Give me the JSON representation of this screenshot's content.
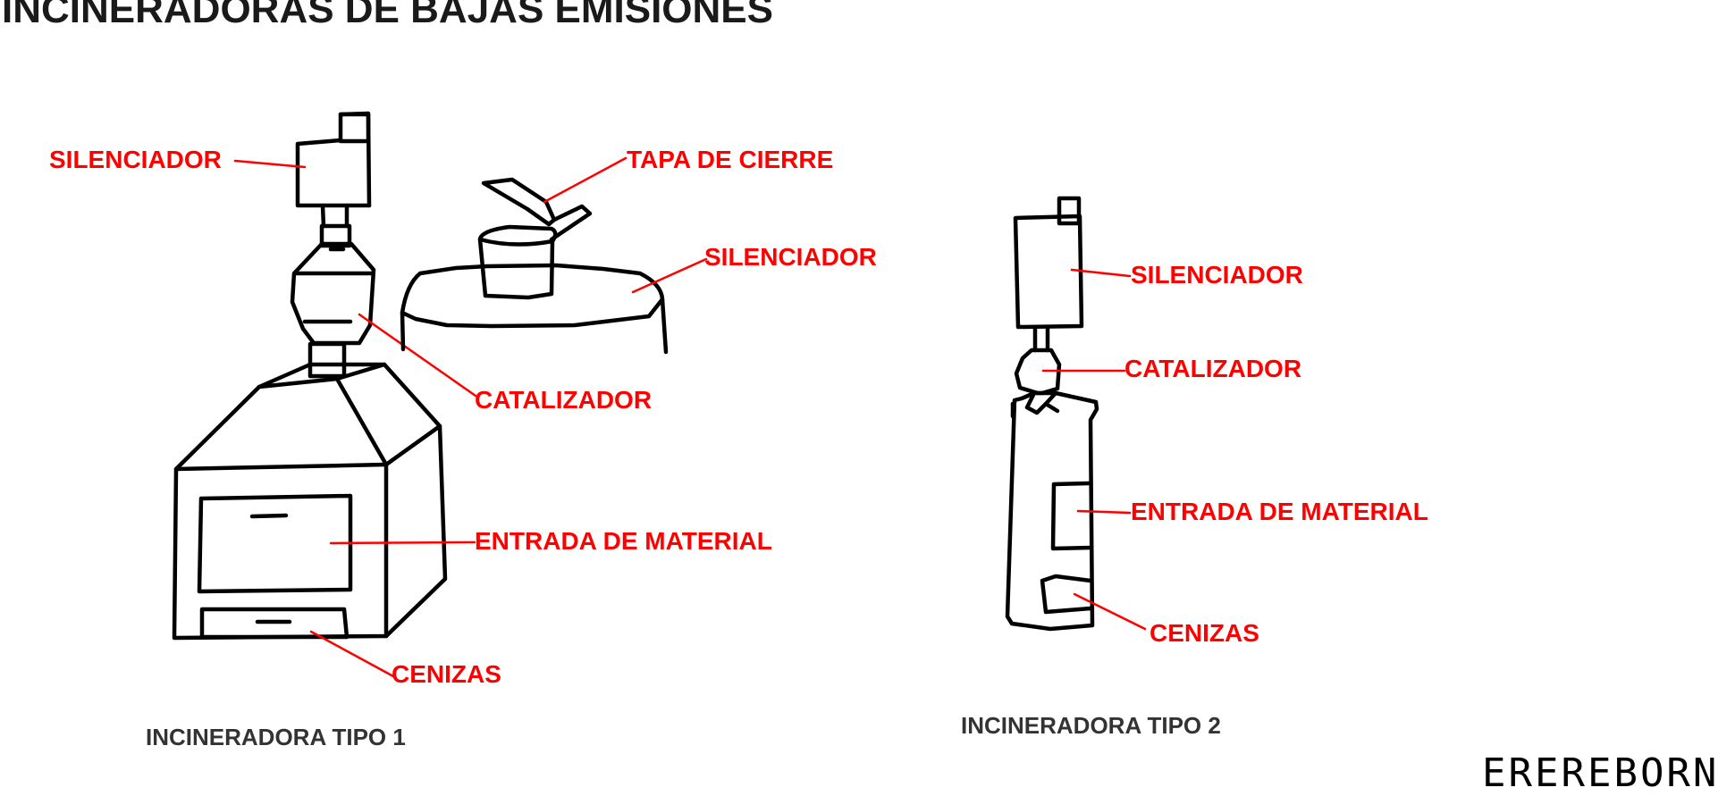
{
  "title": "INCINERADORAS DE BAJAS EMISIONES",
  "brand": "EREREBORN",
  "colors": {
    "label": "#ff0000",
    "outline": "#000000",
    "caption": "#333333"
  },
  "type1": {
    "caption": "INCINERADORA TIPO 1",
    "labels": {
      "silenciador": "SILENCIADOR",
      "catalizador": "CATALIZADOR",
      "entrada": "ENTRADA DE MATERIAL",
      "cenizas": "CENIZAS"
    }
  },
  "lid_detail": {
    "labels": {
      "tapa": "TAPA DE CIERRE",
      "silenciador": "SILENCIADOR"
    }
  },
  "type2": {
    "caption": "INCINERADORA TIPO 2",
    "labels": {
      "silenciador": "SILENCIADOR",
      "catalizador": "CATALIZADOR",
      "entrada": "ENTRADA DE MATERIAL",
      "cenizas": "CENIZAS"
    }
  }
}
